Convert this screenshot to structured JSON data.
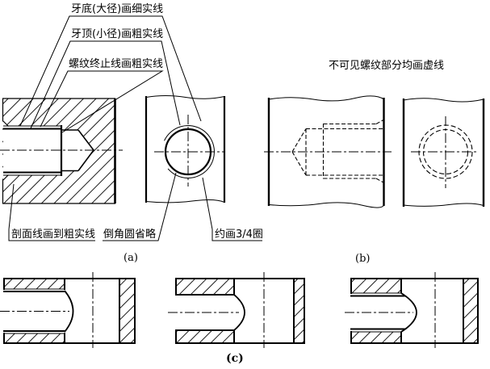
{
  "labels": {
    "thread_root": "牙底(大径)画细实线",
    "thread_crest": "牙顶(小径)画粗实线",
    "thread_end": "螺纹终止线画粗实线",
    "hidden_thread": "不可见螺纹部分均画虚线",
    "section_lines": "剖面线画到粗实线",
    "chamfer_circle": "倒角圆省略",
    "three_quarter_circle": "约画3/4圈"
  },
  "captions": {
    "a": "(a)",
    "b": "(b)",
    "c": "(c)"
  },
  "colors": {
    "line": "#000000",
    "background": "#ffffff"
  }
}
